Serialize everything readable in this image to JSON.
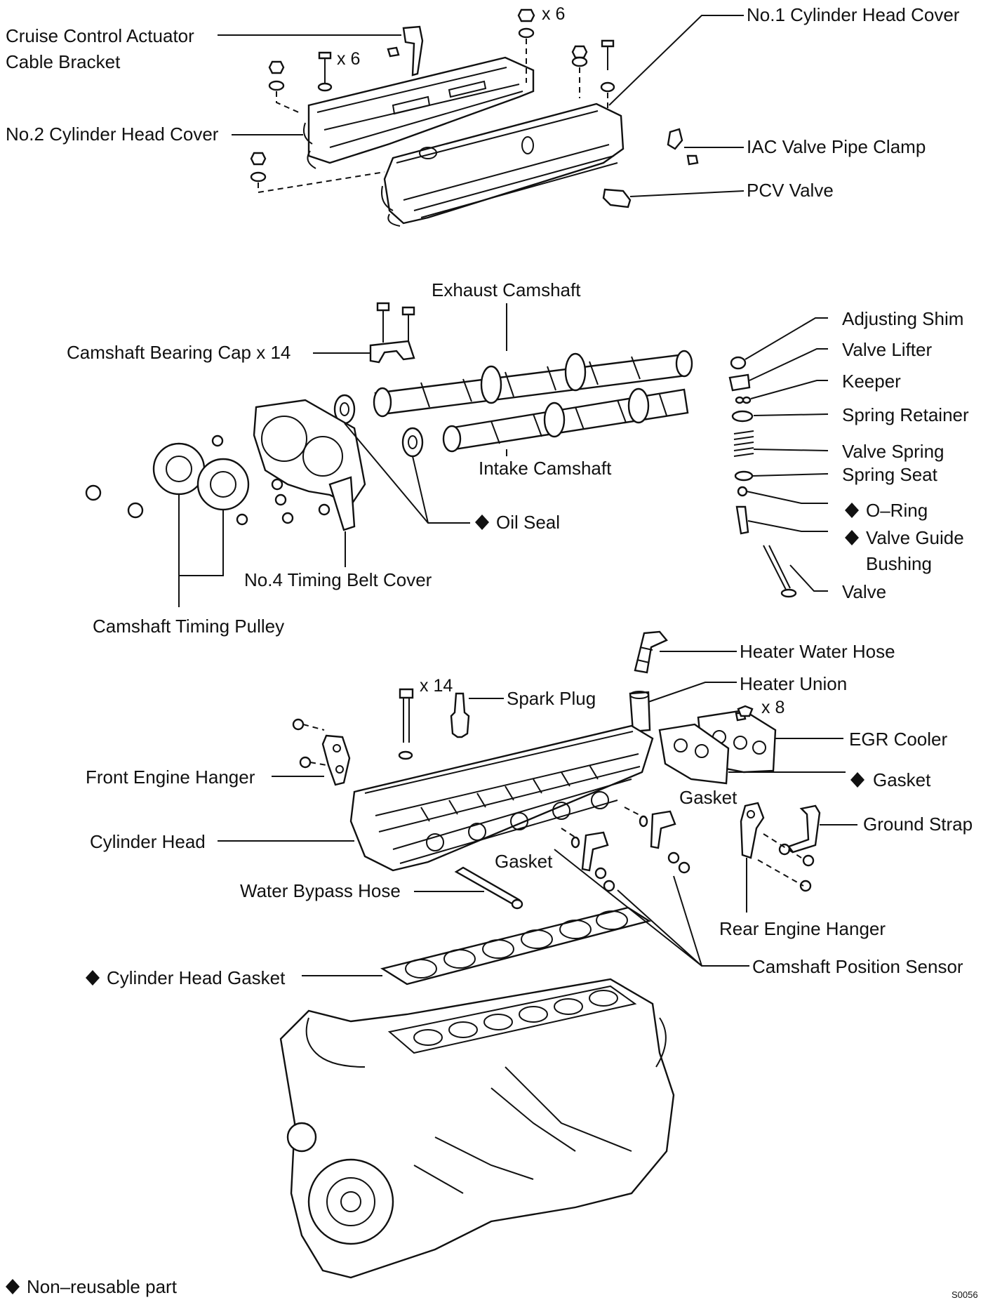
{
  "labels": {
    "cruise_control_1": "Cruise Control Actuator",
    "cruise_control_2": "Cable Bracket",
    "no1_head_cover": "No.1 Cylinder Head Cover",
    "no2_head_cover": "No.2 Cylinder Head Cover",
    "iac_valve_pipe_clamp": "IAC Valve Pipe Clamp",
    "pcv_valve": "PCV Valve",
    "exhaust_camshaft": "Exhaust Camshaft",
    "camshaft_bearing_cap": "Camshaft Bearing Cap x 14",
    "intake_camshaft": "Intake Camshaft",
    "oil_seal": "Oil Seal",
    "no4_timing_belt_cover": "No.4 Timing Belt Cover",
    "camshaft_timing_pulley": "Camshaft Timing Pulley",
    "adjusting_shim": "Adjusting Shim",
    "valve_lifter": "Valve Lifter",
    "keeper": "Keeper",
    "spring_retainer": "Spring Retainer",
    "valve_spring": "Valve Spring",
    "spring_seat": "Spring Seat",
    "o_ring": "O–Ring",
    "valve_guide_bushing_1": "Valve Guide",
    "valve_guide_bushing_2": "Bushing",
    "valve": "Valve",
    "heater_water_hose": "Heater Water Hose",
    "heater_union": "Heater Union",
    "spark_plug": "Spark Plug",
    "egr_cooler": "EGR Cooler",
    "egr_gasket": "Gasket",
    "front_engine_hanger": "Front Engine Hanger",
    "gasket_upper": "Gasket",
    "ground_strap": "Ground Strap",
    "cylinder_head": "Cylinder Head",
    "gasket_lower": "Gasket",
    "water_bypass_hose": "Water Bypass Hose",
    "rear_engine_hanger": "Rear Engine Hanger",
    "cylinder_head_gasket": "Cylinder Head Gasket",
    "camshaft_position_sensor": "Camshaft Position Sensor"
  },
  "quantities": {
    "nut_top": "x 6",
    "bolt_left": "x 6",
    "head_bolt": "x 14",
    "egr_nut": "x 8"
  },
  "legend": {
    "text": "Non–reusable part"
  },
  "figure_code": "S0056"
}
